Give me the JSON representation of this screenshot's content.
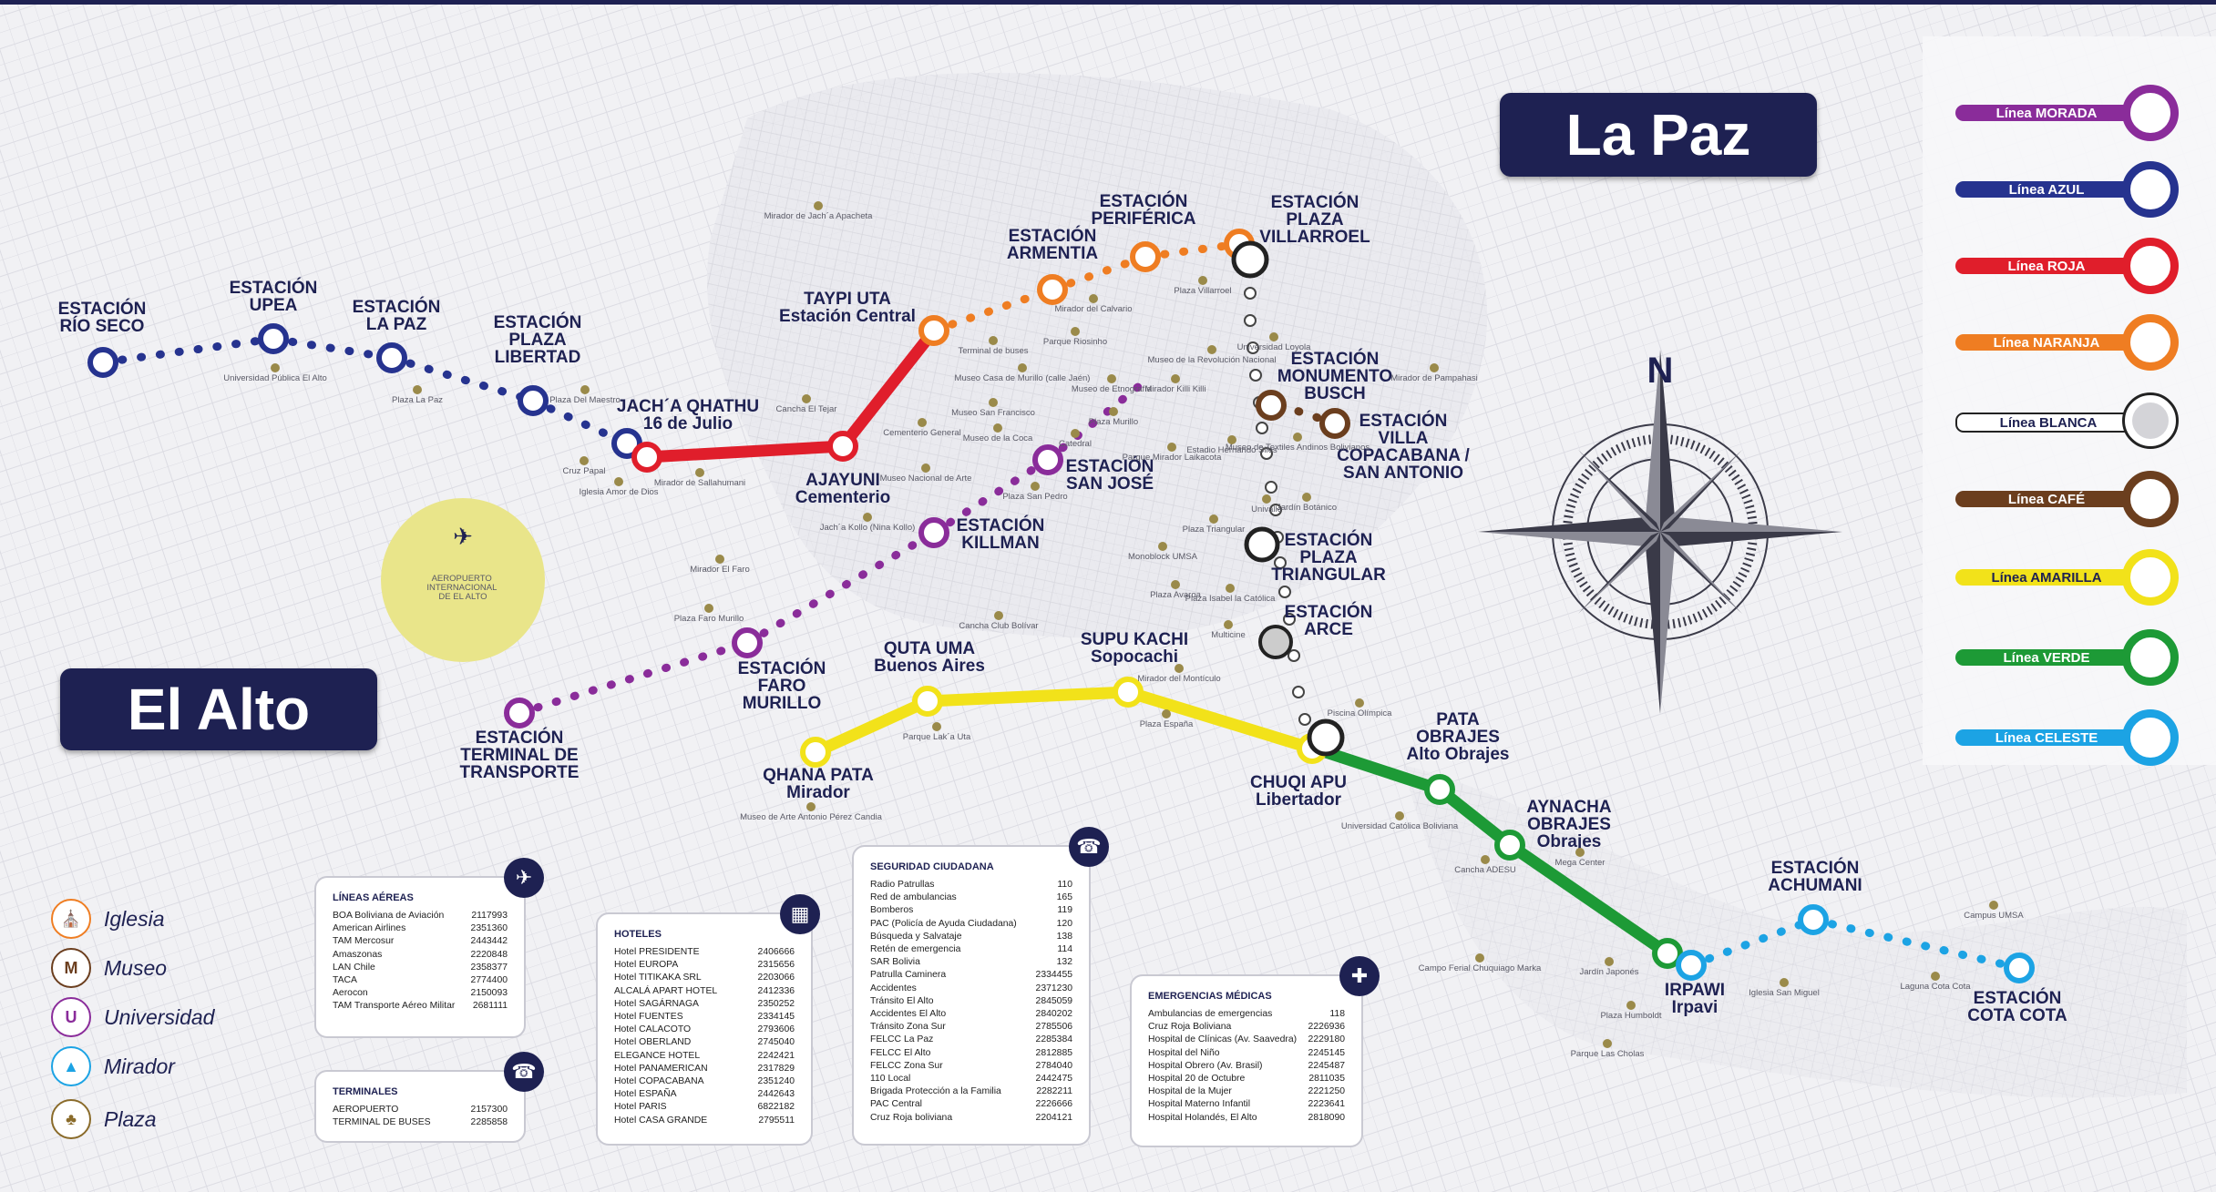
{
  "colors": {
    "navy": "#1e2152",
    "morada": "#8a2c9a",
    "azul": "#26338f",
    "roja": "#e01e2b",
    "naranja": "#ef7d22",
    "blanca": "#ffffff",
    "cafe": "#6b3e1e",
    "amarilla": "#f2e21a",
    "verde": "#1d9a36",
    "celeste": "#1ca3e4",
    "airport": "#e9e58a"
  },
  "cities": {
    "el_alto": "El Alto",
    "la_paz": "La Paz"
  },
  "compass_label": "N",
  "airport_label": [
    "AEROPUERTO",
    "INTERNACIONAL",
    "DE EL ALTO"
  ],
  "lines_legend": [
    {
      "label": "Línea MORADA",
      "color": "#8a2c9a"
    },
    {
      "label": "Línea AZUL",
      "color": "#26338f"
    },
    {
      "label": "Línea ROJA",
      "color": "#e01e2b"
    },
    {
      "label": "Línea NARANJA",
      "color": "#ef7d22"
    },
    {
      "label": "Línea BLANCA",
      "color": "#ffffff"
    },
    {
      "label": "Línea CAFÉ",
      "color": "#6b3e1e"
    },
    {
      "label": "Línea AMARILLA",
      "color": "#f2e21a"
    },
    {
      "label": "Línea VERDE",
      "color": "#1d9a36"
    },
    {
      "label": "Línea CELESTE",
      "color": "#1ca3e4"
    }
  ],
  "symbols_legend": [
    {
      "label": "Iglesia",
      "icon": "church-icon",
      "glyph": "⛪",
      "color": "#ef7d22"
    },
    {
      "label": "Museo",
      "icon": "museum-icon",
      "glyph": "M",
      "color": "#6b3e1e"
    },
    {
      "label": "Universidad",
      "icon": "university-icon",
      "glyph": "U",
      "color": "#8a2c9a"
    },
    {
      "label": "Mirador",
      "icon": "viewpoint-icon",
      "glyph": "▲",
      "color": "#1ca3e4"
    },
    {
      "label": "Plaza",
      "icon": "plaza-icon",
      "glyph": "♣",
      "color": "#8a6b2a"
    }
  ],
  "stations": {
    "rio_seco": [
      "ESTACIÓN",
      "RÍO SECO"
    ],
    "upea": [
      "ESTACIÓN",
      "UPEA"
    ],
    "la_paz": [
      "ESTACIÓN",
      "LA PAZ"
    ],
    "plaza_libertad": [
      "ESTACIÓN",
      "PLAZA",
      "LIBERTAD"
    ],
    "jacha_qhathu": [
      "JACH´A QHATHU",
      "16 de Julio"
    ],
    "ajayuni": [
      "AJAYUNI",
      "Cementerio"
    ],
    "taypi_uta": [
      "TAYPI UTA",
      "Estación Central"
    ],
    "armentia": [
      "ESTACIÓN",
      "ARMENTIA"
    ],
    "periferica": [
      "ESTACIÓN",
      "PERIFÉRICA"
    ],
    "plaza_villarroel": [
      "ESTACIÓN",
      "PLAZA",
      "VILLARROEL"
    ],
    "monumento_busch": [
      "ESTACIÓN",
      "MONUMENTO",
      "BUSCH"
    ],
    "villa_copacabana": [
      "ESTACIÓN",
      "VILLA",
      "COPACABANA /",
      "SAN ANTONIO"
    ],
    "san_jose": [
      "ESTACIÓN",
      "SAN JOSÉ"
    ],
    "killman": [
      "ESTACIÓN",
      "KILLMAN"
    ],
    "plaza_triangular": [
      "ESTACIÓN",
      "PLAZA",
      "TRIANGULAR"
    ],
    "arce": [
      "ESTACIÓN",
      "ARCE"
    ],
    "faro_murillo": [
      "ESTACIÓN",
      "FARO",
      "MURILLO"
    ],
    "terminal_transporte": [
      "ESTACIÓN",
      "TERMINAL DE",
      "TRANSPORTE"
    ],
    "qhana_pata": [
      "QHANA PATA",
      "Mirador"
    ],
    "quta_uma": [
      "QUTA UMA",
      "Buenos Aires"
    ],
    "supu_kachi": [
      "SUPU KACHI",
      "Sopocachi"
    ],
    "chuqi_apu": [
      "CHUQI APU",
      "Libertador"
    ],
    "pata_obrajes": [
      "PATA",
      "OBRAJES",
      "Alto Obrajes"
    ],
    "aynacha_obrajes": [
      "AYNACHA",
      "OBRAJES",
      "Obrajes"
    ],
    "irpawi": [
      "IRPAWI",
      "Irpavi"
    ],
    "achumani": [
      "ESTACIÓN",
      "ACHUMANI"
    ],
    "cota_cota": [
      "ESTACIÓN",
      "COTA COTA"
    ]
  },
  "pois": [
    "Mirador de Jach´a Apacheta",
    "Universidad Pública El Alto",
    "Plaza La Paz",
    "Plaza Del Maestro",
    "Cruz Papal",
    "Iglesia Amor de Dios",
    "Mirador de Sallahumani",
    "Cancha El Tejar",
    "Cementerio General",
    "Museo Nacional de Arte",
    "Terminal de buses",
    "Mirador del Calvario",
    "Parque Riosinho",
    "Museo Casa de Murillo (calle Jaén)",
    "Museo de Etnografía",
    "Museo San Francisco",
    "Museo de la Coca",
    "Plaza Murillo",
    "Catedral",
    "Plaza San Pedro",
    "Parque Mirador Laikacota",
    "Mirador Killi Killi",
    "Museo de la Revolución Nacional",
    "Universidad Loyola",
    "Museo de Textiles Andinos Bolivianos",
    "Mirador de Pampahasi",
    "Estadio Hernando Siles",
    "Jardín Botánico",
    "Plaza Villarroel",
    "Jach´a Kollo (Nina Kollo)",
    "Monoblock UMSA",
    "Univalle",
    "Plaza Triangular",
    "Plaza Avaroa",
    "Plaza Isabel la Católica",
    "Multicine",
    "Mirador El Faro",
    "Plaza Faro Murillo",
    "Cancha Club Bolívar",
    "Mirador del Montículo",
    "Plaza España",
    "Parque Lak´a Uta",
    "Museo de Arte Antonio Pérez Candia",
    "Piscina Olímpica",
    "Universidad Católica Boliviana",
    "Cancha ADESU",
    "Mega Center",
    "Campo Ferial Chuquiago Marka",
    "Jardín Japonés",
    "Plaza Humboldt",
    "Parque Las Cholas",
    "Iglesia San Miguel",
    "Laguna Cota Cota",
    "Campus UMSA"
  ],
  "cards": {
    "lineas_aereas": {
      "title": "LÍNEAS AÉREAS",
      "rows": [
        [
          "BOA Boliviana de Aviación",
          "2117993"
        ],
        [
          "American Airlines",
          "2351360"
        ],
        [
          "TAM Mercosur",
          "2443442"
        ],
        [
          "Amaszonas",
          "2220848"
        ],
        [
          "LAN Chile",
          "2358377"
        ],
        [
          "TACA",
          "2774400"
        ],
        [
          "Aerocon",
          "2150093"
        ],
        [
          "TAM Transporte Aéreo Militar",
          "2681111"
        ]
      ]
    },
    "terminales": {
      "title": "TERMINALES",
      "rows": [
        [
          "AEROPUERTO",
          "2157300"
        ],
        [
          "TERMINAL DE BUSES",
          "2285858"
        ]
      ]
    },
    "hoteles": {
      "title": "HOTELES",
      "rows": [
        [
          "Hotel PRESIDENTE",
          "2406666"
        ],
        [
          "Hotel EUROPA",
          "2315656"
        ],
        [
          "Hotel TITIKAKA SRL",
          "2203066"
        ],
        [
          "ALCALÁ APART HOTEL",
          "2412336"
        ],
        [
          "Hotel SAGÁRNAGA",
          "2350252"
        ],
        [
          "Hotel FUENTES",
          "2334145"
        ],
        [
          "Hotel CALACOTO",
          "2793606"
        ],
        [
          "Hotel OBERLAND",
          "2745040"
        ],
        [
          "ELEGANCE HOTEL",
          "2242421"
        ],
        [
          "Hotel PANAMERICAN",
          "2317829"
        ],
        [
          "Hotel COPACABANA",
          "2351240"
        ],
        [
          "Hotel ESPAÑA",
          "2442643"
        ],
        [
          "Hotel PARIS",
          "6822182"
        ],
        [
          "Hotel CASA GRANDE",
          "2795511"
        ]
      ]
    },
    "seguridad": {
      "title": "SEGURIDAD CIUDADANA",
      "rows": [
        [
          "Radio Patrullas",
          "110"
        ],
        [
          "Red de ambulancias",
          "165"
        ],
        [
          "Bomberos",
          "119"
        ],
        [
          "PAC (Policía de Ayuda Ciudadana)",
          "120"
        ],
        [
          "Búsqueda y Salvataje",
          "138"
        ],
        [
          "Retén de emergencia",
          "114"
        ],
        [
          "SAR Bolivia",
          "132"
        ],
        [
          "Patrulla Caminera",
          "2334455"
        ],
        [
          "Accidentes",
          "2371230"
        ],
        [
          "Tránsito El Alto",
          "2845059"
        ],
        [
          "Accidentes El Alto",
          "2840202"
        ],
        [
          "Tránsito Zona Sur",
          "2785506"
        ],
        [
          "FELCC La Paz",
          "2285384"
        ],
        [
          "FELCC El Alto",
          "2812885"
        ],
        [
          "FELCC Zona Sur",
          "2784040"
        ],
        [
          "110 Local",
          "2442475"
        ],
        [
          "Brigada Protección a la Familia",
          "2282211"
        ],
        [
          "PAC Central",
          "2226666"
        ],
        [
          "Cruz Roja boliviana",
          "2204121"
        ]
      ]
    },
    "emergencias": {
      "title": "EMERGENCIAS MÉDICAS",
      "rows": [
        [
          "Ambulancias de emergencias",
          "118"
        ],
        [
          "Cruz Roja Boliviana",
          "2226936"
        ],
        [
          "Hospital de Clínicas (Av. Saavedra)",
          "2229180"
        ],
        [
          "Hospital del Niño",
          "2245145"
        ],
        [
          "Hospital Obrero (Av. Brasil)",
          "2245487"
        ],
        [
          "Hospital 20 de Octubre",
          "2811035"
        ],
        [
          "Hospital de la Mujer",
          "2221250"
        ],
        [
          "Hospital Materno Infantil",
          "2223641"
        ],
        [
          "Hospital Holandés, El Alto",
          "2818090"
        ]
      ]
    }
  }
}
